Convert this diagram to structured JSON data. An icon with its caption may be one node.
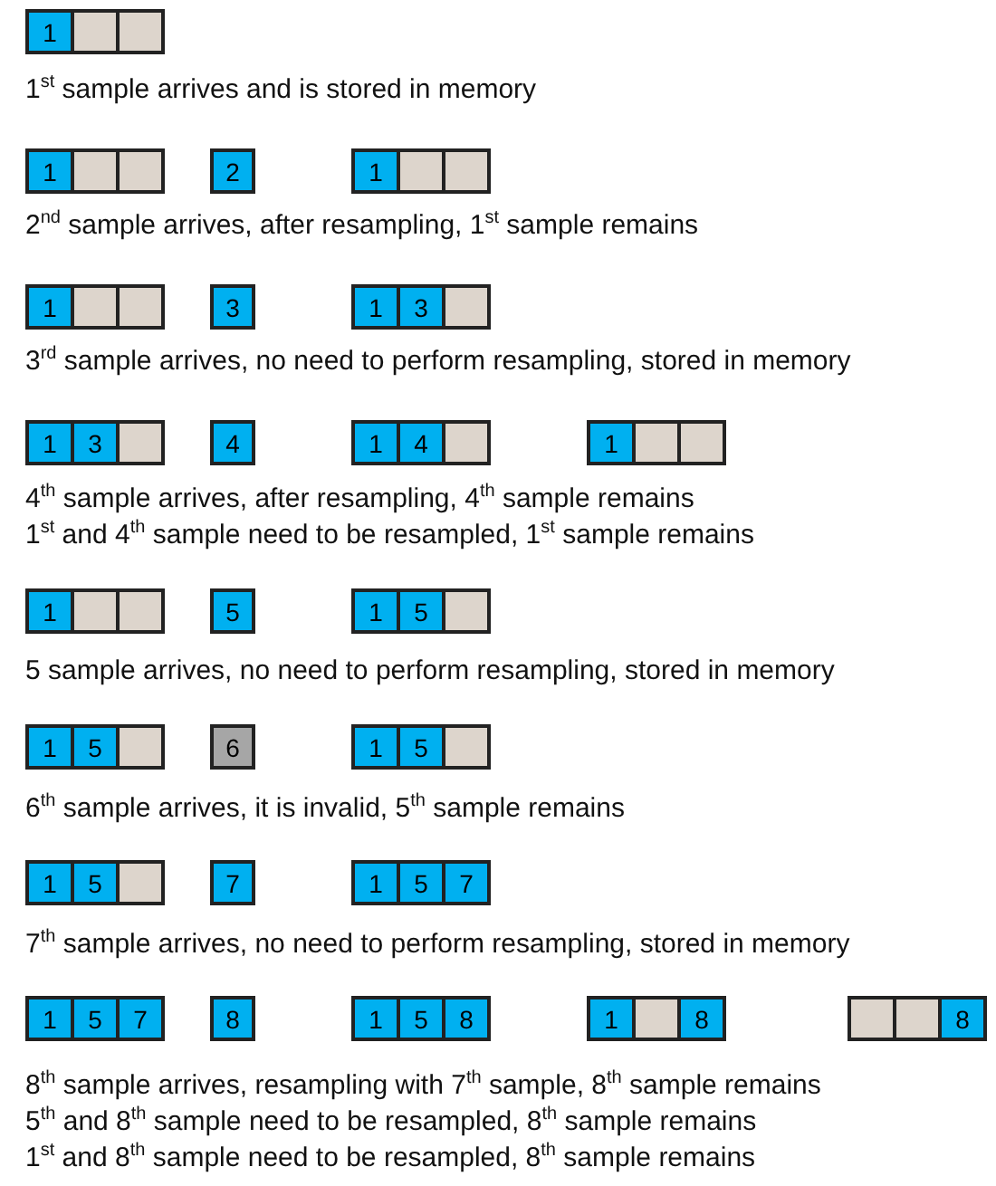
{
  "diagram": {
    "nodes": [
      {
        "text": [],
        "shape": "box"
      },
      {
        "text": [
          "1"
        ],
        "in": 0
      },
      {
        "text": [],
        "shape": "box",
        "in": 0
      },
      {
        "text": [],
        "shape": "box",
        "in": 0
      },
      {
        "text": [],
        "shape": "box"
      },
      {
        "text": [
          "1"
        ],
        "in": 4
      },
      {
        "text": [],
        "shape": "box",
        "in": 4
      },
      {
        "text": [],
        "shape": "box",
        "in": 4
      },
      {
        "text": [
          "2"
        ]
      },
      {
        "text": [],
        "shape": "box"
      },
      {
        "text": [
          "1"
        ],
        "in": 9
      },
      {
        "text": [],
        "shape": "box",
        "in": 9
      },
      {
        "text": [],
        "shape": "box",
        "in": 9
      },
      {
        "text": [],
        "shape": "box"
      },
      {
        "text": [
          "1"
        ],
        "in": 13
      },
      {
        "text": [],
        "shape": "box",
        "in": 13
      },
      {
        "text": [],
        "shape": "box",
        "in": 13
      },
      {
        "text": [
          "3"
        ]
      },
      {
        "text": [],
        "shape": "box"
      },
      {
        "text": [
          "1"
        ],
        "in": 18
      },
      {
        "text": [
          "3"
        ],
        "in": 18
      },
      {
        "text": [],
        "shape": "box",
        "in": 18
      },
      {
        "text": [],
        "shape": "box"
      },
      {
        "text": [
          "1"
        ],
        "in": 22
      },
      {
        "text": [
          "3"
        ],
        "in": 22
      },
      {
        "text": [],
        "shape": "box",
        "in": 22
      },
      {
        "text": [
          "4"
        ]
      },
      {
        "text": [],
        "shape": "box"
      },
      {
        "text": [
          "1"
        ],
        "in": 27
      },
      {
        "text": [
          "4"
        ],
        "in": 27
      },
      {
        "text": [],
        "shape": "box",
        "in": 27
      },
      {
        "text": [],
        "shape": "box"
      },
      {
        "text": [
          "1"
        ],
        "in": 31
      },
      {
        "text": [],
        "shape": "box",
        "in": 31
      },
      {
        "text": [],
        "shape": "box",
        "in": 31
      },
      {
        "text": [],
        "shape": "box"
      },
      {
        "text": [
          "1"
        ],
        "in": 35
      },
      {
        "text": [],
        "shape": "box",
        "in": 35
      },
      {
        "text": [],
        "shape": "box",
        "in": 35
      },
      {
        "text": [
          "5"
        ]
      },
      {
        "text": [],
        "shape": "box"
      },
      {
        "text": [
          "1"
        ],
        "in": 40
      },
      {
        "text": [
          "5"
        ],
        "in": 40
      },
      {
        "text": [],
        "shape": "box",
        "in": 40
      },
      {
        "text": [],
        "shape": "box"
      },
      {
        "text": [
          "1"
        ],
        "in": 44
      },
      {
        "text": [
          "5"
        ],
        "in": 44
      },
      {
        "text": [],
        "shape": "box",
        "in": 44
      },
      {
        "text": [
          "6"
        ]
      },
      {
        "text": [],
        "shape": "box"
      },
      {
        "text": [
          "1"
        ],
        "in": 49
      },
      {
        "text": [
          "5"
        ],
        "in": 49
      },
      {
        "text": [],
        "shape": "box",
        "in": 49
      },
      {
        "text": [],
        "shape": "box"
      },
      {
        "text": [
          "1"
        ],
        "in": 53
      },
      {
        "text": [
          "5"
        ],
        "in": 53
      },
      {
        "text": [],
        "shape": "box",
        "in": 53
      },
      {
        "text": [
          "7"
        ]
      },
      {
        "text": [],
        "shape": "box"
      },
      {
        "text": [
          "1"
        ],
        "in": 58
      },
      {
        "text": [
          "5"
        ],
        "in": 58
      },
      {
        "text": [
          "7"
        ],
        "in": 58
      },
      {
        "text": [],
        "shape": "box"
      },
      {
        "text": [
          "1"
        ],
        "in": 62
      },
      {
        "text": [
          "5"
        ],
        "in": 62
      },
      {
        "text": [
          "7"
        ],
        "in": 62
      },
      {
        "text": [
          "8"
        ]
      },
      {
        "text": [],
        "shape": "box"
      },
      {
        "text": [
          "1"
        ],
        "in": 67
      },
      {
        "text": [
          "5"
        ],
        "in": 67
      },
      {
        "text": [
          "8"
        ],
        "in": 67
      },
      {
        "text": [],
        "shape": "box"
      },
      {
        "text": [
          "1"
        ],
        "in": 71
      },
      {
        "text": [],
        "shape": "box",
        "in": 71
      },
      {
        "text": [
          "8"
        ],
        "in": 71
      },
      {
        "text": [],
        "shape": "box"
      },
      {
        "text": [],
        "shape": "box",
        "in": 75
      },
      {
        "text": [],
        "shape": "box",
        "in": 75
      },
      {
        "text": [
          "8"
        ],
        "in": 75
      }
    ],
    "labels": [
      "1$^{st}$ sample arrives and is stored in memory",
      "2$^{nd}$ sample arrives, after resampling, 1$^{st}$ sample remains",
      "3$^{rd}$ sample arrives, no need to perform resampling, stored in memory",
      "4$^{th}$ sample arrives, after resampling, 4$^{th}$ sample remains",
      "1$^{st}$ and 4$^{th}$ sample need to be resampled, 1$^{st}$ sample remains",
      "5 sample arrives, no need to perform resampling, stored in memory",
      "6$^{th}$ sample arrives, it is invalid, 5$^{th}$ sample remains",
      "7$^{th}$ sample arrives, no need to perform resampling, stored in memory",
      "8$^{th}$ sample arrives, resampling with 7$^{th}$ sample, 8$^{th}$ sample remains",
      "5$^{th}$ and 8$^{th}$ sample need to be resampled, 8$^{th}$ sample remains",
      "1$^{st}$ and 8$^{th}$ sample need to be resampled, 8$^{th}$ sample remains"
    ]
  }
}
